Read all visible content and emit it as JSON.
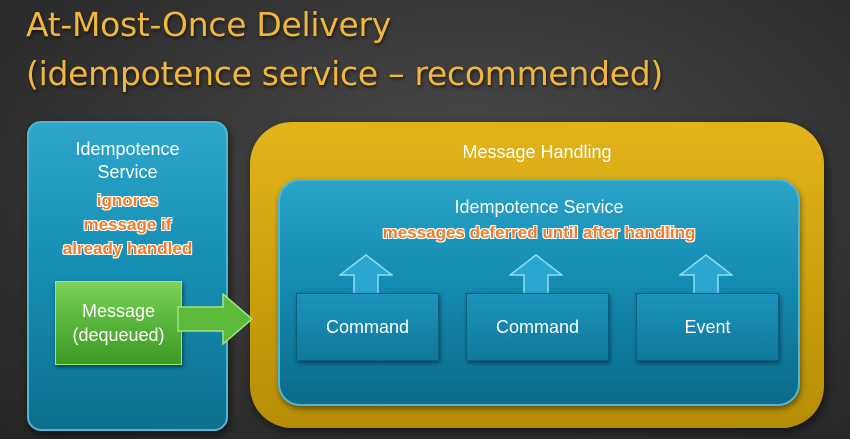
{
  "title": {
    "line1": "At-Most-Once Delivery",
    "line2": "(idempotence service – recommended)"
  },
  "left_panel": {
    "title_line1": "Idempotence",
    "title_line2": "Service",
    "note_line1": "ignores",
    "note_line2": "message if",
    "note_line3": "already handled",
    "message_line1": "Message",
    "message_line2": "(dequeued)"
  },
  "message_handling": {
    "title": "Message Handling",
    "service": {
      "title": "Idempotence Service",
      "note": "messages deferred until after handling"
    },
    "handlers": [
      {
        "label": "Command"
      },
      {
        "label": "Command"
      },
      {
        "label": "Event"
      }
    ]
  },
  "colors": {
    "title": "#f2b63a",
    "blue_box": "#168fb5",
    "gold_box": "#caa00e",
    "green_box": "#58b43a",
    "orange_note": "#f07d27"
  }
}
